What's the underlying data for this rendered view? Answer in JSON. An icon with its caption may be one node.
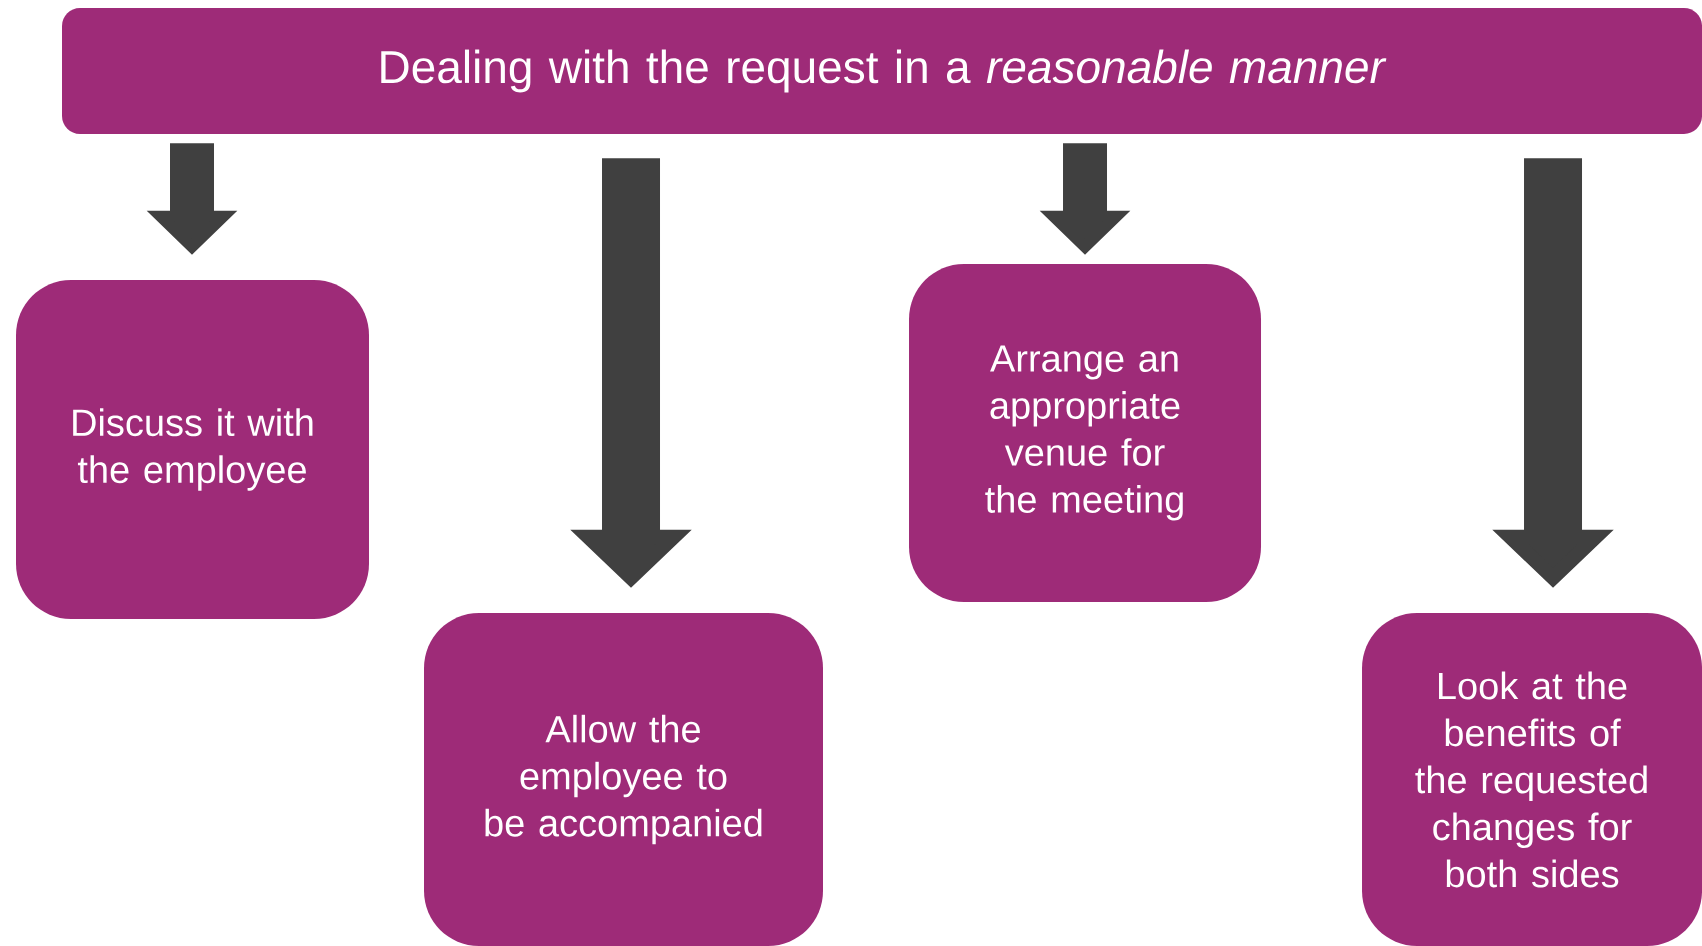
{
  "diagram": {
    "nodes": [
      {
        "text": [
          "Dealing with the request in a *reasonable manner*"
        ]
      },
      {
        "text": [
          "Discuss it with the employee"
        ]
      },
      {
        "text": [
          "Allow the employee to be accompanied"
        ]
      },
      {
        "text": [
          "Arrange an appropriate venue for the meeting"
        ]
      },
      {
        "text": [
          "Look at the benefits of the requested changes for both sides"
        ]
      }
    ],
    "edges": [
      {
        "from": 0,
        "to": 1,
        "arrow": "to"
      },
      {
        "from": 0,
        "to": 2,
        "arrow": "to"
      },
      {
        "from": 0,
        "to": 3,
        "arrow": "to"
      },
      {
        "from": 0,
        "to": 4,
        "arrow": "to"
      }
    ]
  }
}
